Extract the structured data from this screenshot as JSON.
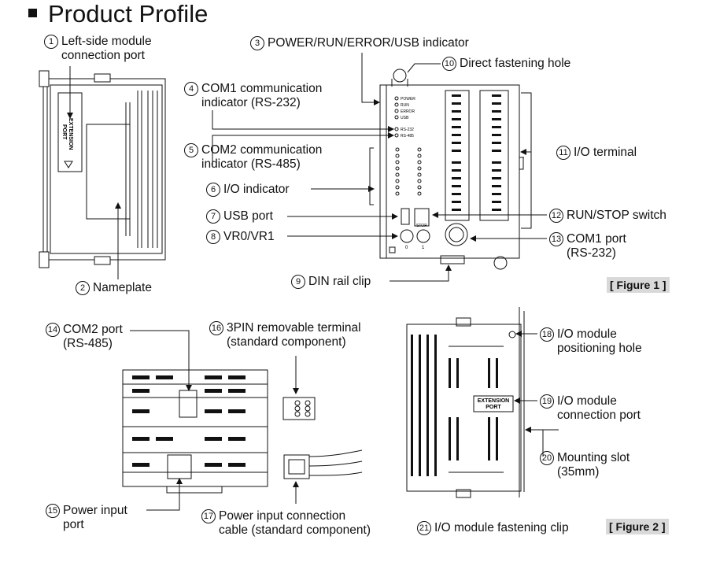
{
  "title": "Product Profile",
  "labels": {
    "l1": {
      "num": "1",
      "text": "Left-side module",
      "text2": "connection port"
    },
    "l2": {
      "num": "2",
      "text": "Nameplate"
    },
    "l3": {
      "num": "3",
      "text": "POWER/RUN/ERROR/USB indicator"
    },
    "l4": {
      "num": "4",
      "text": "COM1 communication",
      "text2": "indicator (RS-232)"
    },
    "l5": {
      "num": "5",
      "text": "COM2 communication",
      "text2": "indicator (RS-485)"
    },
    "l6": {
      "num": "6",
      "text": "I/O indicator"
    },
    "l7": {
      "num": "7",
      "text": "USB port"
    },
    "l8": {
      "num": "8",
      "text": "VR0/VR1"
    },
    "l9": {
      "num": "9",
      "text": "DIN rail clip"
    },
    "l10": {
      "num": "10",
      "text": "Direct fastening hole"
    },
    "l11": {
      "num": "11",
      "text": "I/O terminal"
    },
    "l12": {
      "num": "12",
      "text": "RUN/STOP switch"
    },
    "l13": {
      "num": "13",
      "text": "COM1 port",
      "text2": "(RS-232)"
    },
    "l14": {
      "num": "14",
      "text": "COM2 port",
      "text2": "(RS-485)"
    },
    "l15": {
      "num": "15",
      "text": "Power input",
      "text2": "port"
    },
    "l16": {
      "num": "16",
      "text": "3PIN removable terminal",
      "text2": "(standard component)"
    },
    "l17": {
      "num": "17",
      "text": "Power input connection",
      "text2": "cable (standard component)"
    },
    "l18": {
      "num": "18",
      "text": "I/O module",
      "text2": "positioning hole"
    },
    "l19": {
      "num": "19",
      "text": "I/O module",
      "text2": "connection port"
    },
    "l20": {
      "num": "20",
      "text": "Mounting slot",
      "text2": "(35mm)"
    },
    "l21": {
      "num": "21",
      "text": "I/O module fastening clip"
    }
  },
  "figures": {
    "fig1": "[ Figure 1 ]",
    "fig2": "[ Figure 2 ]"
  },
  "device_text": {
    "extension_port": "EXTENSION PORT",
    "ext_port_line1": "EXTENSION",
    "ext_port_line2": "PORT",
    "led_power": "POWER",
    "led_run": "RUN",
    "led_error": "ERROR",
    "led_usb": "USB",
    "led_rs232": "RS-232",
    "led_rs485": "RS-485",
    "stop": "STOP",
    "vr0": "0",
    "vr1": "1"
  }
}
